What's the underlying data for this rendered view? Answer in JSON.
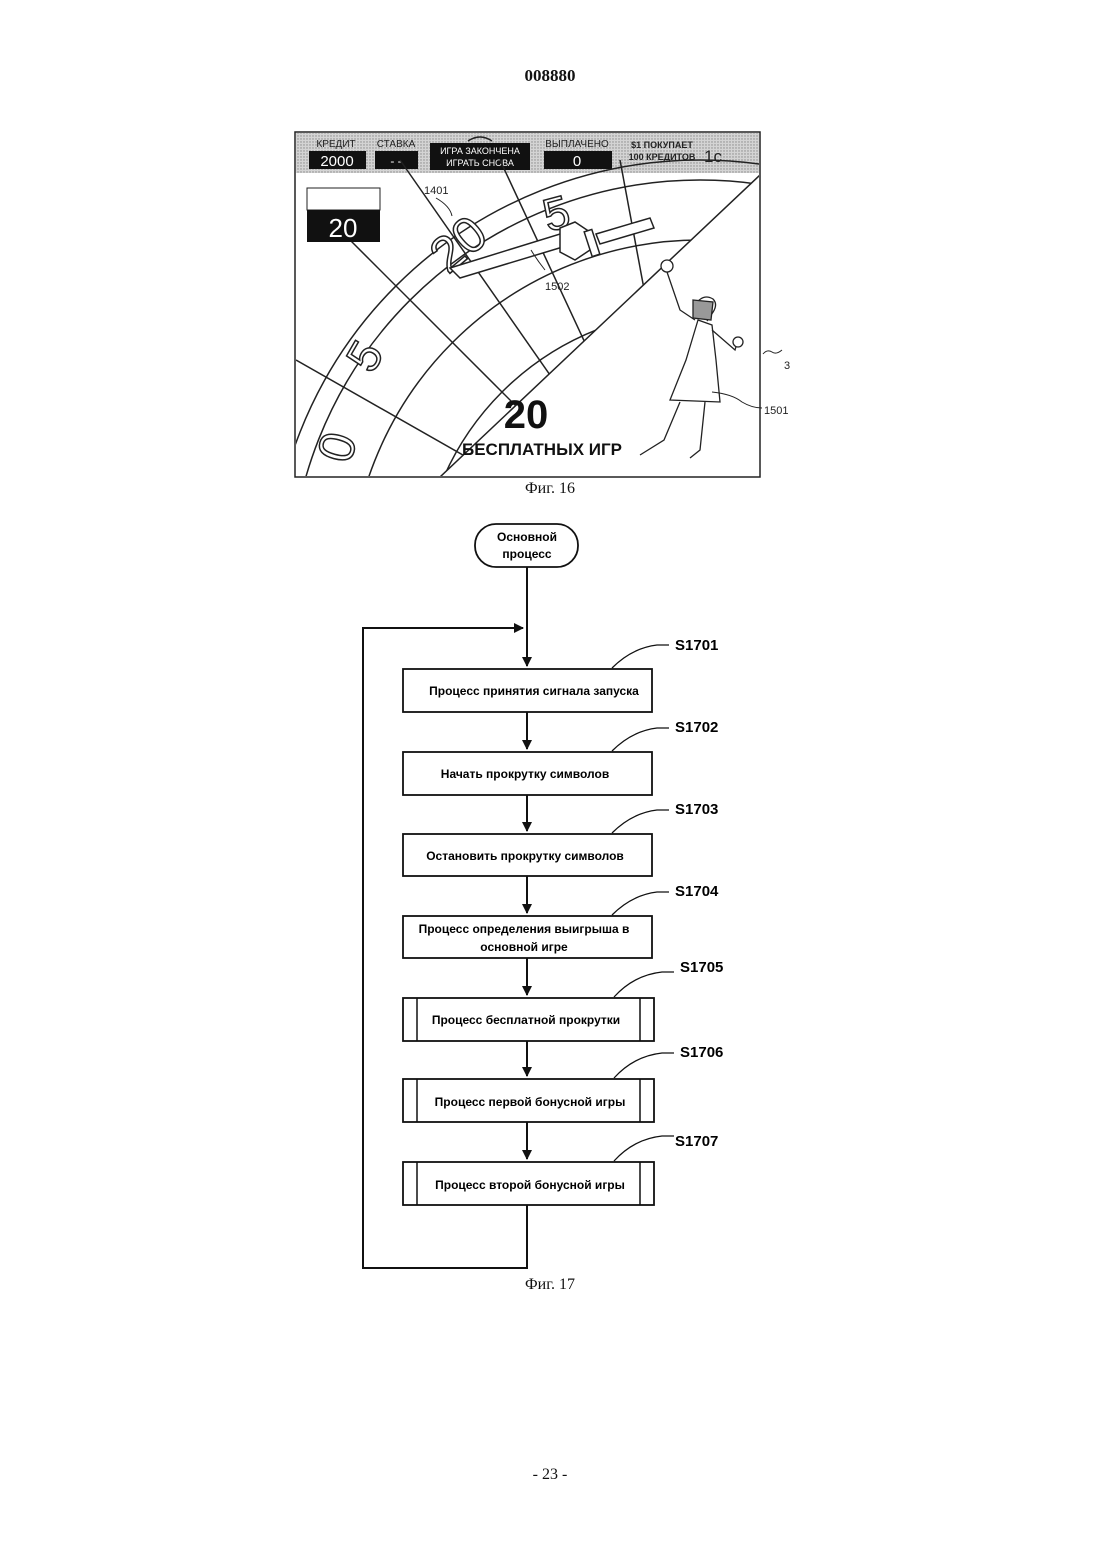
{
  "document_number": "008880",
  "figure16": {
    "caption": "Фиг. 16",
    "topbar": {
      "credit_label": "КРЕДИТ",
      "credit_value": "2000",
      "bet_label": "СТАВКА",
      "bet_value": "- -",
      "status_line1": "ИГРА ЗАКОНЧЕНА",
      "status_line2": "ИГРАТЬ СНОВА",
      "paid_label": "ВЫПЛАЧЕНО",
      "paid_value": "0",
      "buys_line1": "$1 ПОКУПАЕТ",
      "buys_line2": "100 КРЕДИТОВ",
      "denomination": "1c"
    },
    "counter_value": "20",
    "wheel_numbers": [
      "20",
      "5",
      "0",
      "5"
    ],
    "result_number": "20",
    "result_text": "БЕСПЛАТНЫХ ИГР",
    "refs": {
      "wheel": "1401",
      "pointer": "1502",
      "character": "1501",
      "display": "3"
    }
  },
  "figure17": {
    "caption": "Фиг. 17",
    "start_line1": "Основной",
    "start_line2": "процесс",
    "steps": [
      {
        "id": "S1701",
        "line1": "Процесс принятия сигнала запуска",
        "line2": ""
      },
      {
        "id": "S1702",
        "line1": "Начать прокрутку символов",
        "line2": ""
      },
      {
        "id": "S1703",
        "line1": "Остановить прокрутку символов",
        "line2": ""
      },
      {
        "id": "S1704",
        "line1": "Процесс определения выигрыша в",
        "line2": "основной игре"
      },
      {
        "id": "S1705",
        "line1": "Процесс бесплатной прокрутки",
        "line2": ""
      },
      {
        "id": "S1706",
        "line1": "Процесс первой бонусной игры",
        "line2": ""
      },
      {
        "id": "S1707",
        "line1": "Процесс второй бонусной игры",
        "line2": ""
      }
    ]
  },
  "page_number": "- 23 -"
}
